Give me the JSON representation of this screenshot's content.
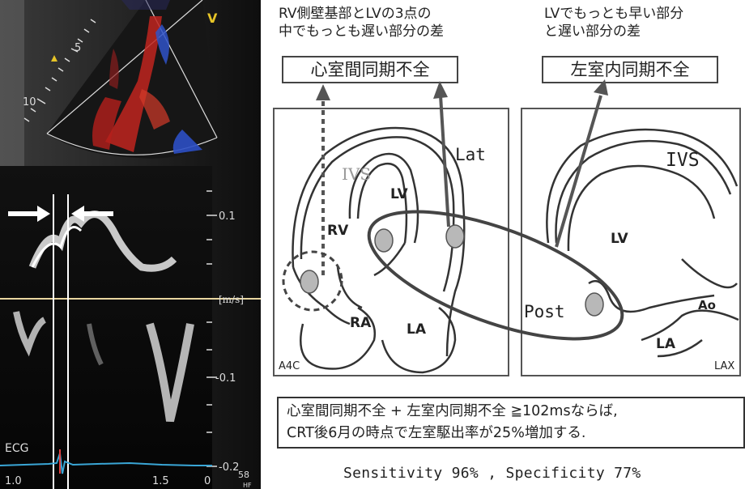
{
  "echo": {
    "depth_marks": [
      "5",
      "10"
    ],
    "sector_label": "V",
    "velocity_ticks": [
      "0.1",
      "-0.1",
      "-0.2"
    ],
    "velocity_unit": "[m/s]",
    "time_ticks": [
      "1.0",
      "1.5",
      "0"
    ],
    "ecg_label": "ECG",
    "cut_text": [
      "58",
      "HF"
    ]
  },
  "annotations": {
    "interventricular_note_line1": "RV側壁基部とLVの3点の",
    "interventricular_note_line2": "中でもっとも遅い部分の差",
    "intraventricular_note_line1": "LVでもっとも早い部分",
    "intraventricular_note_line2": "と遅い部分の差"
  },
  "boxes": {
    "interventricular": "心室間同期不全",
    "intraventricular": "左室内同期不全"
  },
  "a4c": {
    "view_label": "A4C",
    "ivs": "IVS",
    "lv": "LV",
    "rv": "RV",
    "ra": "RA",
    "la": "LA",
    "lat": "Lat"
  },
  "lax": {
    "view_label": "LAX",
    "ivs": "IVS",
    "lv": "LV",
    "ao": "Ao",
    "la": "LA",
    "post": "Post"
  },
  "criteria": {
    "line1": "心室間同期不全 + 左室内同期不全 ≧102msならば,",
    "line2": "CRT後6月の時点で左室駆出率が25%増加する."
  },
  "stats": "Sensitivity 96% , Specificity 77%"
}
